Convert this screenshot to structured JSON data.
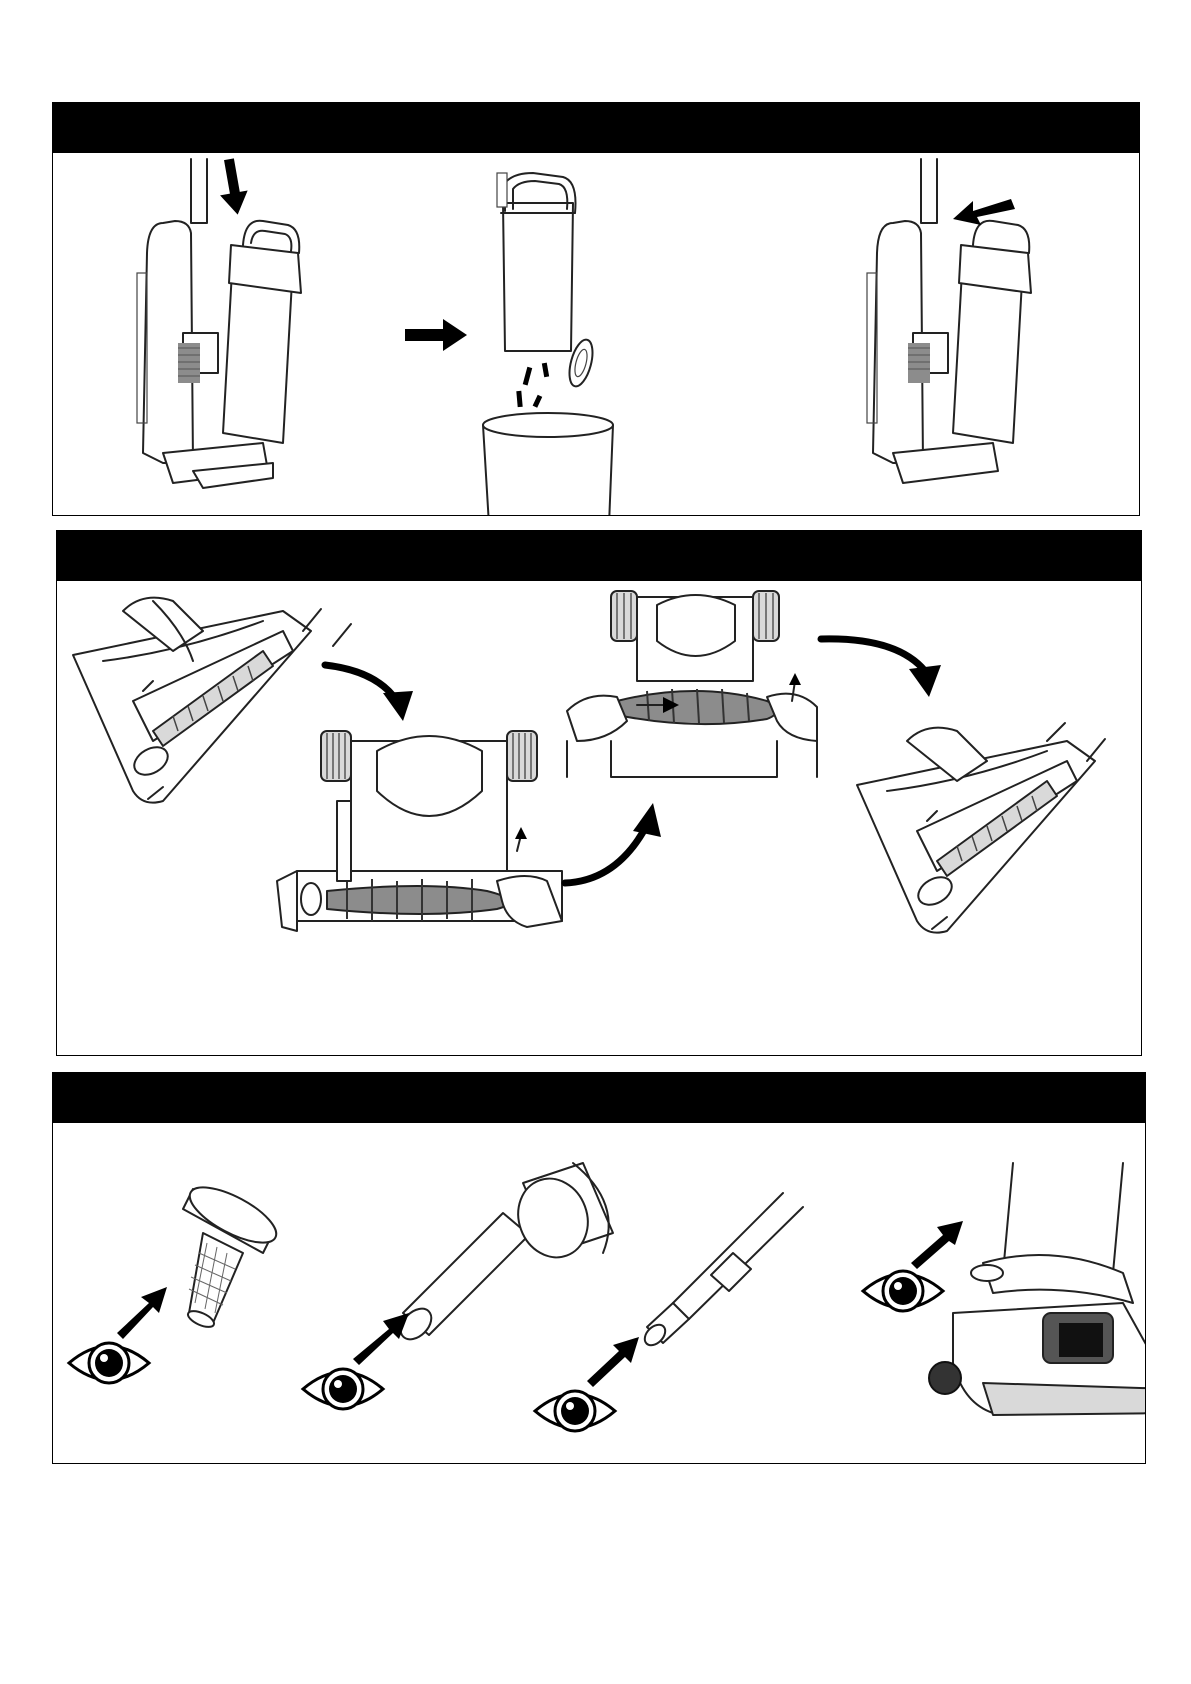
{
  "page": {
    "sections": [
      {
        "id": "empty-dust-container",
        "header_text": ""
      },
      {
        "id": "clean-brush-roll",
        "header_text": ""
      },
      {
        "id": "check-blockages",
        "header_text": ""
      }
    ]
  },
  "colors": {
    "header_bg": "#000000",
    "line": "#222222",
    "fill_light": "#d9d9d9",
    "fill_dark": "#8c8c8c"
  },
  "icons": {
    "arrow": "black-arrow-icon",
    "curved_arrow": "curved-arrow-icon",
    "eye": "eye-icon"
  }
}
